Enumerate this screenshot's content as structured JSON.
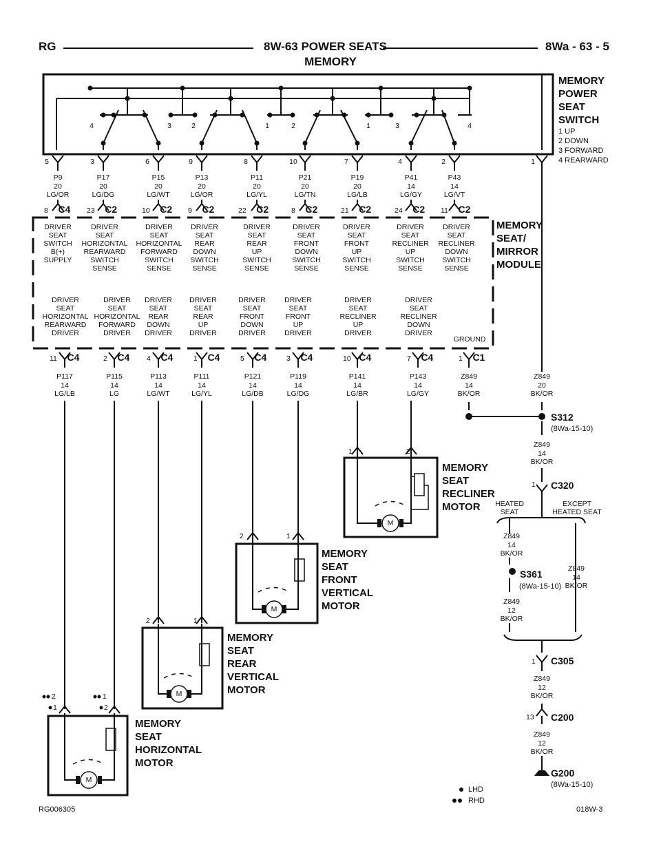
{
  "header": {
    "left": "RG",
    "center": "8W-63 POWER SEATS",
    "right": "8Wa - 63 - 5",
    "subtitle": "MEMORY"
  },
  "switch": {
    "title": "MEMORY\nPOWER\nSEAT\nSWITCH",
    "legend": "1 UP\n2 DOWN\n3 FORWARD\n4 REARWARD",
    "position_labels": [
      "4",
      "3",
      "2",
      "1",
      "2",
      "1",
      "3",
      "4"
    ],
    "pins": [
      "5",
      "3",
      "6",
      "9",
      "8",
      "10",
      "7",
      "4",
      "2",
      "1"
    ]
  },
  "upper_wires": [
    {
      "circuit": "P9",
      "gauge": "20",
      "color": "LG/OR"
    },
    {
      "circuit": "P17",
      "gauge": "20",
      "color": "LG/DG"
    },
    {
      "circuit": "P15",
      "gauge": "20",
      "color": "LG/WT"
    },
    {
      "circuit": "P13",
      "gauge": "20",
      "color": "LG/OR"
    },
    {
      "circuit": "P11",
      "gauge": "20",
      "color": "LG/YL"
    },
    {
      "circuit": "P21",
      "gauge": "20",
      "color": "LG/TN"
    },
    {
      "circuit": "P19",
      "gauge": "20",
      "color": "LG/LB"
    },
    {
      "circuit": "P41",
      "gauge": "14",
      "color": "LG/GY"
    },
    {
      "circuit": "P43",
      "gauge": "14",
      "color": "LG/VT"
    }
  ],
  "module": {
    "title": "MEMORY\nSEAT/\nMIRROR\nMODULE",
    "top_connectors": [
      {
        "pin": "8",
        "name": "C4"
      },
      {
        "pin": "23",
        "name": "C2"
      },
      {
        "pin": "10",
        "name": "C2"
      },
      {
        "pin": "9",
        "name": "C2"
      },
      {
        "pin": "22",
        "name": "C2"
      },
      {
        "pin": "8",
        "name": "C2"
      },
      {
        "pin": "21",
        "name": "C2"
      },
      {
        "pin": "24",
        "name": "C2"
      },
      {
        "pin": "11",
        "name": "C2"
      }
    ],
    "top_labels": [
      "DRIVER\nSEAT\nSWITCH\nB(+)\nSUPPLY",
      "DRIVER\nSEAT\nHORIZONTAL\nREARWARD\nSWITCH\nSENSE",
      "DRIVER\nSEAT\nHORIZONTAL\nFORWARD\nSWITCH\nSENSE",
      "DRIVER\nSEAT\nREAR\nDOWN\nSWITCH\nSENSE",
      "DRIVER\nSEAT\nREAR\nUP\nSWITCH\nSENSE",
      "DRIVER\nSEAT\nFRONT\nDOWN\nSWITCH\nSENSE",
      "DRIVER\nSEAT\nFRONT\nUP\nSWITCH\nSENSE",
      "DRIVER\nSEAT\nRECLINER\nUP\nSWITCH\nSENSE",
      "DRIVER\nSEAT\nRECLINER\nDOWN\nSWITCH\nSENSE"
    ],
    "bottom_labels": [
      "DRIVER\nSEAT\nHORIZONTAL\nREARWARD\nDRIVER",
      "DRIVER\nSEAT\nHORIZONTAL\nFORWARD\nDRIVER",
      "DRIVER\nSEAT\nREAR\nDOWN\nDRIVER",
      "DRIVER\nSEAT\nREAR\nUP\nDRIVER",
      "DRIVER\nSEAT\nFRONT\nDOWN\nDRIVER",
      "DRIVER\nSEAT\nFRONT\nUP\nDRIVER",
      "DRIVER\nSEAT\nRECLINER\nUP\nDRIVER",
      "DRIVER\nSEAT\nRECLINER\nDOWN\nDRIVER",
      "GROUND"
    ],
    "bottom_connectors": [
      {
        "pin": "11",
        "name": "C4"
      },
      {
        "pin": "2",
        "name": "C4"
      },
      {
        "pin": "4",
        "name": "C4"
      },
      {
        "pin": "1",
        "name": "C4"
      },
      {
        "pin": "5",
        "name": "C4"
      },
      {
        "pin": "3",
        "name": "C4"
      },
      {
        "pin": "10",
        "name": "C4"
      },
      {
        "pin": "7",
        "name": "C4"
      },
      {
        "pin": "1",
        "name": "C1"
      }
    ]
  },
  "lower_wires": [
    {
      "circuit": "P117",
      "gauge": "14",
      "color": "LG/LB"
    },
    {
      "circuit": "P115",
      "gauge": "14",
      "color": "LG"
    },
    {
      "circuit": "P113",
      "gauge": "14",
      "color": "LG/WT"
    },
    {
      "circuit": "P111",
      "gauge": "14",
      "color": "LG/YL"
    },
    {
      "circuit": "P121",
      "gauge": "14",
      "color": "LG/DB"
    },
    {
      "circuit": "P119",
      "gauge": "14",
      "color": "LG/DG"
    },
    {
      "circuit": "P141",
      "gauge": "14",
      "color": "LG/BR"
    },
    {
      "circuit": "P143",
      "gauge": "14",
      "color": "LG/GY"
    },
    {
      "circuit": "Z849",
      "gauge": "14",
      "color": "BK/OR"
    }
  ],
  "ground_circuit": {
    "z849_20": "Z849\n20\nBK/OR",
    "s312": "S312",
    "s312_ref": "(8Wa-15-10)",
    "z849_14a": "Z849\n14\nBK/OR",
    "c320_pin": "1",
    "c320": "C320",
    "heated_seat": "HEATED\nSEAT",
    "except_heated": "EXCEPT\nHEATED SEAT",
    "z849_14b": "Z849\n14\nBK/OR",
    "s361": "S361",
    "s361_ref": "(8Wa-15-10)",
    "z849_14c": "Z849\n14\nBK/OR",
    "z849_12a": "Z849\n12\nBK/OR",
    "c305_pin": "1",
    "c305": "C305",
    "z849_12b": "Z849\n12\nBK/OR",
    "c200_pin": "13",
    "c200": "C200",
    "z849_12c": "Z849\n12\nBK/OR",
    "g200": "G200",
    "g200_ref": "(8Wa-15-10)"
  },
  "motors": [
    {
      "title": "MEMORY\nSEAT\nRECLINER\nMOTOR",
      "pin_left": "1",
      "pin_right": "2",
      "m": "M"
    },
    {
      "title": "MEMORY\nSEAT\nFRONT\nVERTICAL\nMOTOR",
      "pin_left": "2",
      "pin_right": "1",
      "m": "M"
    },
    {
      "title": "MEMORY\nSEAT\nREAR\nVERTICAL\nMOTOR",
      "pin_left": "2",
      "pin_right": "1",
      "m": "M"
    },
    {
      "title": "MEMORY\nSEAT\nHORIZONTAL\nMOTOR",
      "pin_left_lhd": "1",
      "pin_left_rhd": "2",
      "pin_right_lhd": "2",
      "pin_right_rhd": "1",
      "m": "M"
    }
  ],
  "legend": {
    "lhd": "LHD",
    "rhd": "RHD"
  },
  "footer": {
    "left": "RG006305",
    "right": "018W-3"
  }
}
